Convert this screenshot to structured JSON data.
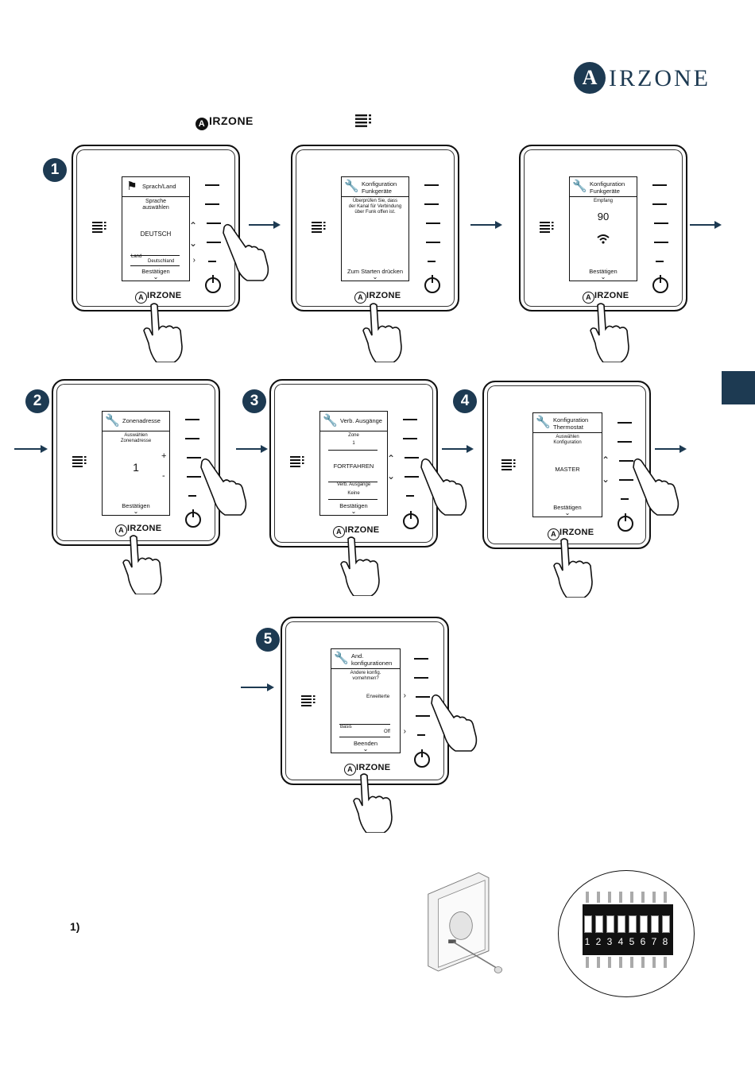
{
  "header": {
    "logo_letter": "A",
    "logo_rest": "IRZONE"
  },
  "instruction": {
    "logo_letter": "A",
    "logo_rest": "IRZONE"
  },
  "steps": [
    "1",
    "2",
    "3",
    "4",
    "5"
  ],
  "device_logo": {
    "letter": "A",
    "rest": "IRZONE"
  },
  "screens": {
    "s1": {
      "title": "Sprach/Land",
      "line1": "Sprache",
      "line2": "auswählen",
      "value": "DEUTSCH",
      "label": "Land",
      "label_value": "Deutschland",
      "footer": "Bestätigen"
    },
    "s2": {
      "title1": "Konfiguration",
      "title2": "Funkgeräte",
      "line1": "Überprüfen Sie, dass",
      "line2": "der Kanal für Verbindung",
      "line3": "über Funk offen ist.",
      "footer": "Zum Starten drücken"
    },
    "s3": {
      "title1": "Konfiguration",
      "title2": "Funkgeräte",
      "line1": "Empfang",
      "value": "90",
      "footer": "Bestätigen"
    },
    "s4": {
      "title": "Zonenadresse",
      "line1": "Auswählen",
      "line2": "Zonenadresse",
      "value": "1",
      "plus": "+",
      "minus": "-",
      "footer": "Bestätigen"
    },
    "s5": {
      "title": "Verb. Ausgänge",
      "line1": "Zone",
      "line2": "1",
      "value": "FORTFAHREN",
      "label": "Verb. Ausgänge",
      "label_value": "Keine",
      "footer": "Bestätigen"
    },
    "s6": {
      "title1": "Konfiguration",
      "title2": "Thermostat",
      "line1": "Auswählen",
      "line2": "Konfiguration",
      "value": "MASTER",
      "footer": "Bestätigen"
    },
    "s7": {
      "title1": "And.",
      "title2": "konfigurationen",
      "line1": "Andere konfig.",
      "line2": "vornehmen?",
      "option": "Erweiterte",
      "label": "Basis",
      "label_value": "Off",
      "footer": "Beenden"
    }
  },
  "bottom": {
    "step_label": "1)",
    "dip_numbers": [
      "1",
      "2",
      "3",
      "4",
      "5",
      "6",
      "7",
      "8"
    ]
  }
}
